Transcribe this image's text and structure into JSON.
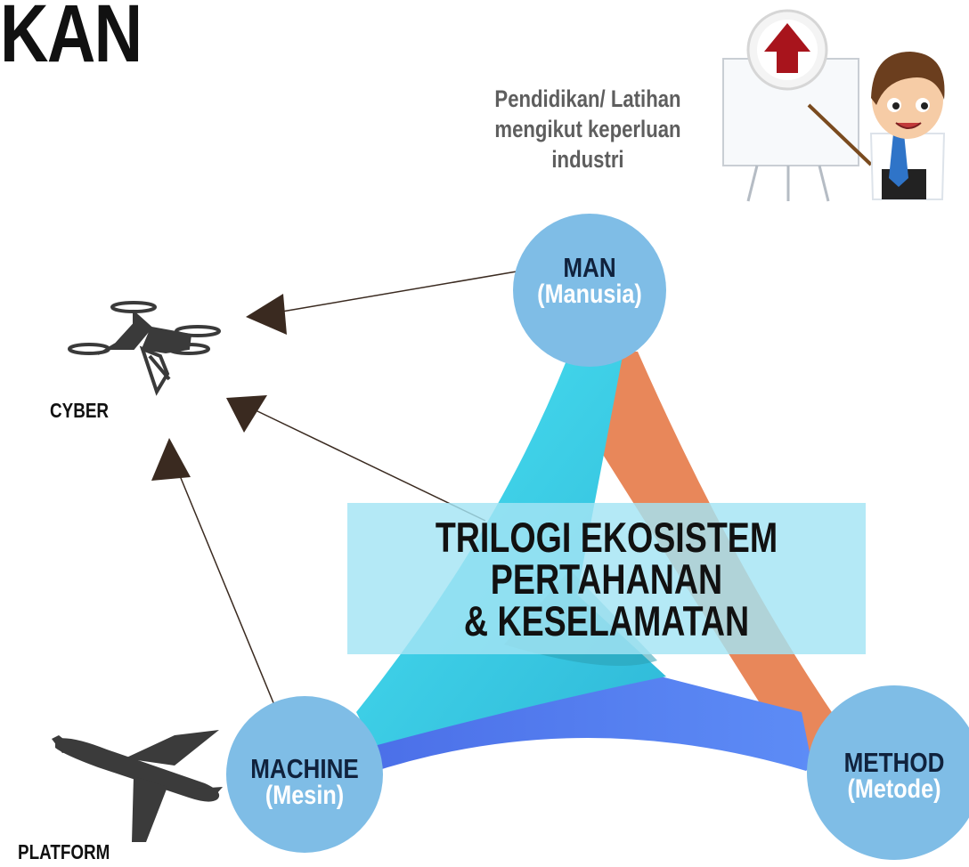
{
  "heading": "KAN",
  "subtitle_lines": [
    "Pendidikan/ Latihan",
    "mengikut keperluan",
    "industri"
  ],
  "center_title_lines": [
    "TRILOGI EKOSISTEM",
    "PERTAHANAN",
    "& KESELAMATAN"
  ],
  "nodes": {
    "man": {
      "title": "MAN",
      "subtitle": "(Manusia)"
    },
    "machine": {
      "title": "MACHINE",
      "subtitle": "(Mesin)"
    },
    "method": {
      "title": "METHOD",
      "subtitle": "(Metode)"
    }
  },
  "labels": {
    "cyber": "CYBER",
    "platform": "PLATFORM"
  },
  "icons": [
    "presenter-icon",
    "up-arrow-icon",
    "drone-icon",
    "airplane-icon"
  ],
  "colors": {
    "node_fill": "#7fbde6",
    "triangle_cyan": "#3fd6ee",
    "triangle_blue": "#4f7df0",
    "triangle_orange": "#e8875a",
    "arrow": "#3a2a20",
    "center_box": "#a4e4f4"
  }
}
